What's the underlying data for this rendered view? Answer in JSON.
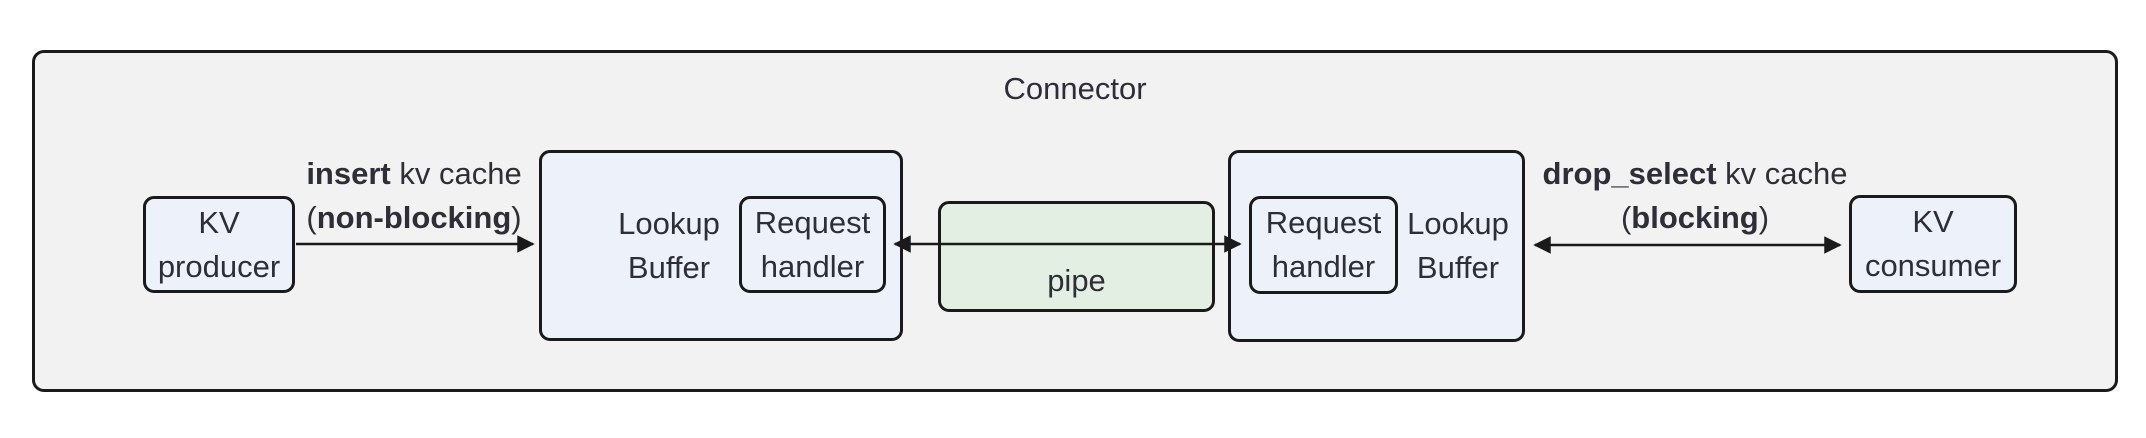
{
  "title": "Connector",
  "nodes": {
    "kv_producer": {
      "label": "KV\nproducer"
    },
    "lookup_buffer_left": {
      "label": "Lookup\nBuffer",
      "contains": "request_handler_left"
    },
    "request_handler_left": {
      "label": "Request\nhandler"
    },
    "pipe": {
      "label": "pipe"
    },
    "request_handler_right": {
      "label": "Request\nhandler"
    },
    "lookup_buffer_right": {
      "label": "Lookup\nBuffer",
      "contains": "request_handler_right"
    },
    "kv_consumer": {
      "label": "KV\nconsumer"
    }
  },
  "edges": {
    "insert": {
      "from": "KV producer",
      "to": "Lookup Buffer (left)",
      "arrow": "one-way",
      "bold1": "insert",
      "rest1": " kv cache",
      "open2": "(",
      "bold2": "non-blocking",
      "close2": ")"
    },
    "pipe_link": {
      "from": "Request handler (left)",
      "to": "Request handler (right)",
      "arrow": "two-way",
      "through": "pipe"
    },
    "drop_select": {
      "from": "Lookup Buffer (right)",
      "to": "KV consumer",
      "arrow": "two-way",
      "bold1": "drop_select",
      "rest1": " kv cache",
      "open2": "(",
      "bold2": "blocking",
      "close2": ")"
    }
  },
  "colors": {
    "canvas_bg": "#ffffff",
    "connector_bg": "#f2f2f2",
    "node_fill": "#edf1fa",
    "pipe_fill": "#e3efe3",
    "border": "#1a1a1a",
    "text": "#2e2e38"
  }
}
